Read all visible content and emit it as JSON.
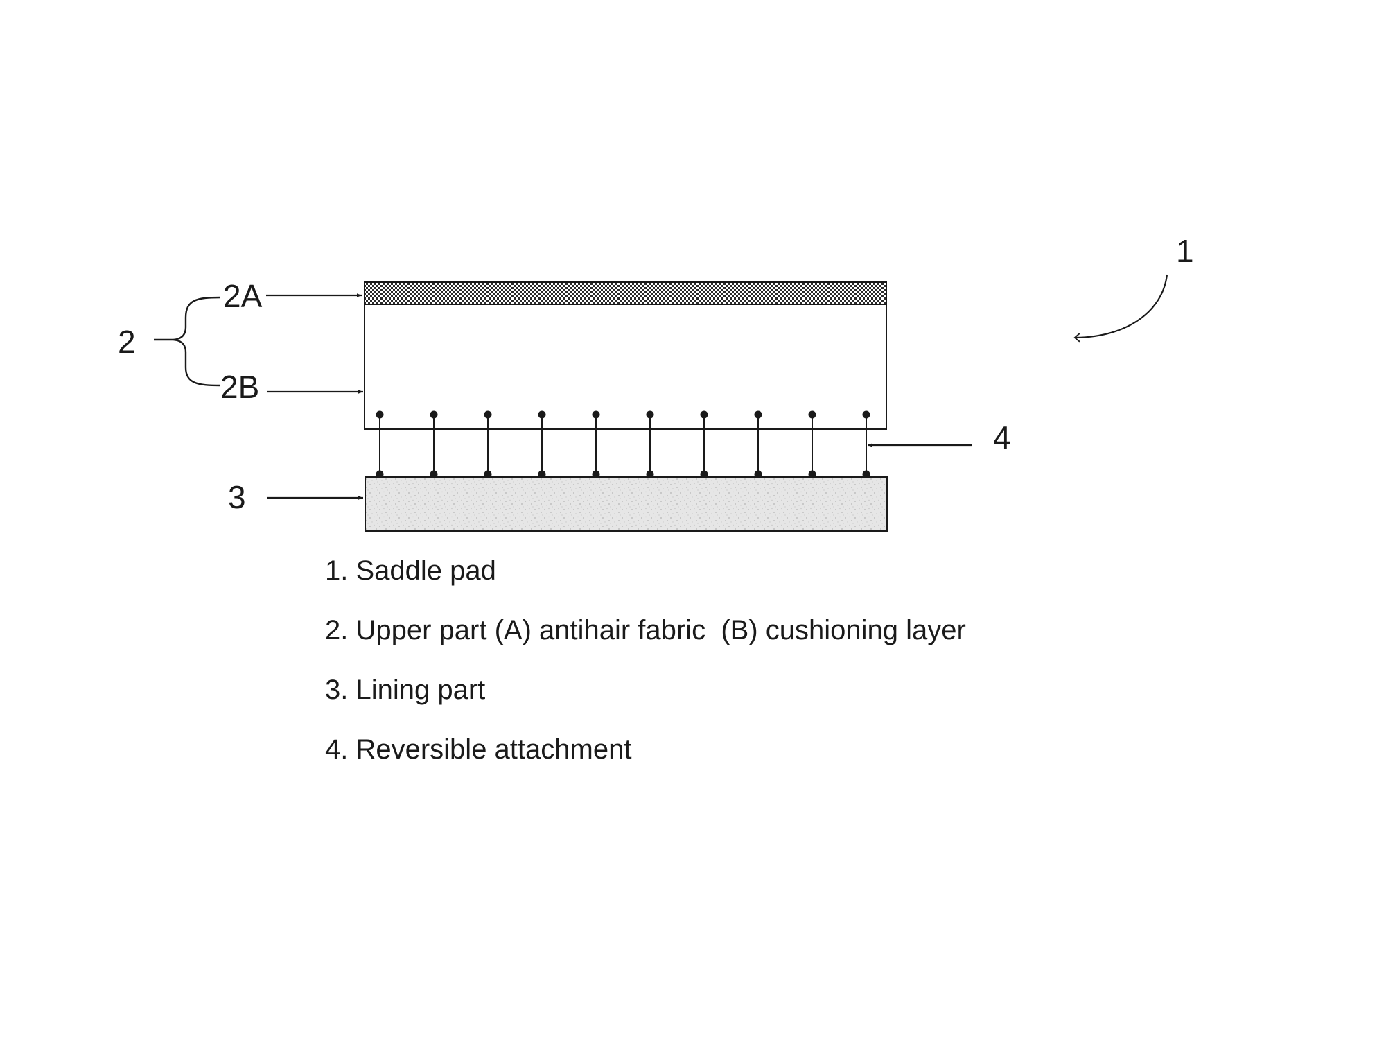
{
  "labels": {
    "assembly": "1",
    "upper_part": "2",
    "antihair_fabric": "2A",
    "cushioning_layer": "2B",
    "lining_part": "3",
    "attachment": "4"
  },
  "legend": [
    "1. Saddle pad",
    "2. Upper part (A) antihair fabric  (B) cushioning layer",
    "3. Lining part",
    "4. Reversible attachment"
  ],
  "attachment_count": 10,
  "colors": {
    "stroke": "#1a1a1a",
    "hatch": "#2b2b2b",
    "lining_fill": "#e6e6e6",
    "speckle": "#b4b4b4"
  }
}
